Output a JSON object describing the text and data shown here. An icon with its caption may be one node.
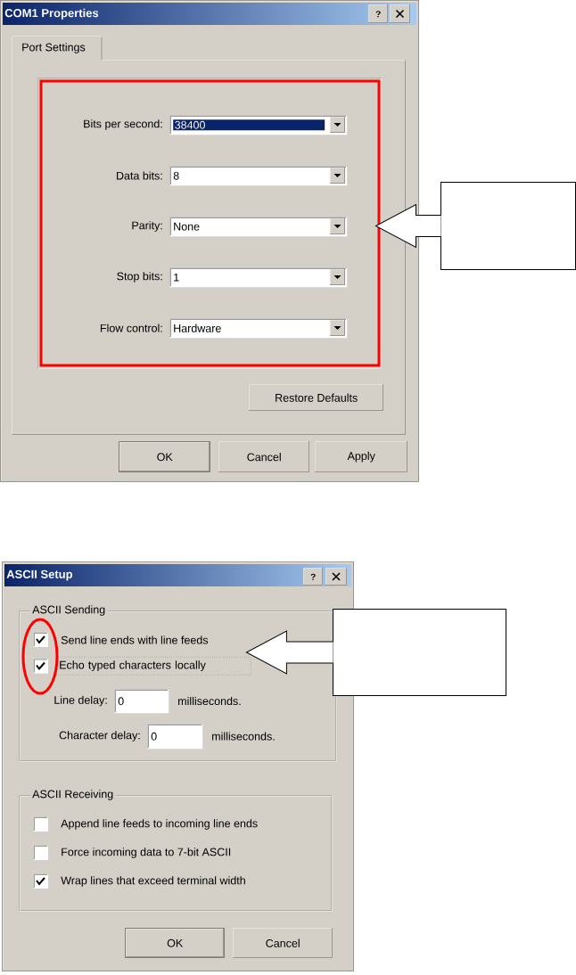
{
  "diagram": {
    "nodes": [
      {
        "text": [
          "COM1 Properties"
        ]
      },
      {
        "text": [
          "?"
        ],
        "in": 0
      },
      {
        "text": [],
        "shape": "box",
        "in": 0
      },
      {
        "text": [
          "Port Settings"
        ],
        "in": 0
      },
      {
        "text": [],
        "shape": "box",
        "in": 3
      },
      {
        "text": [
          "38400"
        ],
        "beside": [
          "Bits per second:"
        ],
        "in": 4
      },
      {
        "text": [
          "8"
        ],
        "beside": [
          "Data bits:"
        ],
        "in": 4
      },
      {
        "text": [
          "None"
        ],
        "beside": [
          "Parity:"
        ],
        "in": 4
      },
      {
        "text": [
          "1"
        ],
        "beside": [
          "Stop bits:"
        ],
        "in": 4
      },
      {
        "text": [
          "Hardware"
        ],
        "beside": [
          "Flow control:"
        ],
        "in": 4
      },
      {
        "text": [
          "Restore Defaults"
        ],
        "in": 3
      },
      {
        "text": [
          "OK"
        ],
        "in": 0
      },
      {
        "text": [
          "Cancel"
        ],
        "in": 0
      },
      {
        "text": [
          "Apply"
        ],
        "in": 0
      },
      {
        "text": [],
        "shape": "box"
      },
      {
        "text": [
          "ASCII Setup"
        ]
      },
      {
        "text": [
          "?"
        ],
        "in": 15
      },
      {
        "text": [],
        "shape": "box",
        "in": 15
      },
      {
        "text": [
          "ASCII Sending"
        ],
        "in": 15
      },
      {
        "text": [],
        "shape": "ellipse",
        "in": 18
      },
      {
        "text": [
          "Echo typed characters locally"
        ],
        "in": 18
      },
      {
        "text": [
          "0"
        ],
        "beside": [
          "Line delay:",
          "milliseconds."
        ],
        "in": 18
      },
      {
        "text": [
          "0"
        ],
        "beside": [
          "Character delay:",
          "milliseconds."
        ],
        "in": 18
      },
      {
        "text": [
          "ASCII Receiving"
        ],
        "in": 15
      },
      {
        "text": [
          "OK"
        ],
        "in": 15
      },
      {
        "text": [
          "Cancel"
        ],
        "in": 15
      },
      {
        "text": [],
        "shape": "box"
      }
    ],
    "edges": [
      {
        "from": 14,
        "to": 4,
        "arrow": "to"
      },
      {
        "from": 26,
        "to": 20,
        "arrow": "to"
      }
    ],
    "labels": [
      "Send line ends with line feeds",
      "Append line feeds to incoming line ends",
      "Force incoming data to 7-bit ASCII",
      "Wrap lines that exceed terminal width"
    ]
  }
}
